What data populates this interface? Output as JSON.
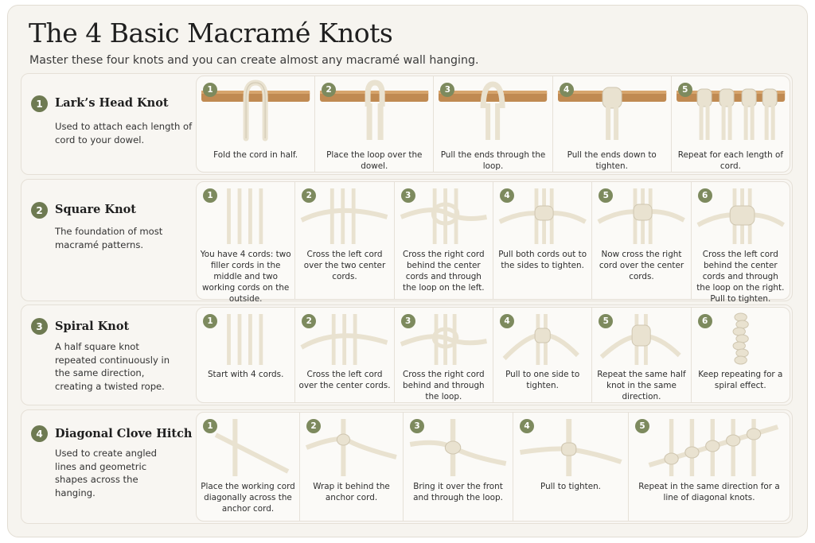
{
  "header": {
    "title": "The 4 Basic Macramé Knots",
    "subtitle": "Master these four knots and you can create almost any macramé wall hanging."
  },
  "colors": {
    "accent_green": "#6e7a52",
    "cord": "#ece6d6",
    "dowel": "#c08a52",
    "background": "#f6f4ef"
  },
  "knots": [
    {
      "number": "1",
      "name": "Lark’s Head Knot",
      "description": "Used to attach each length of cord to your dowel.",
      "steps": [
        {
          "number": "1",
          "caption": "Fold the cord in half."
        },
        {
          "number": "2",
          "caption": "Place the loop over the dowel."
        },
        {
          "number": "3",
          "caption": "Pull the ends through the loop."
        },
        {
          "number": "4",
          "caption": "Pull the ends down to tighten."
        },
        {
          "number": "5",
          "caption": "Repeat for each length of cord."
        }
      ]
    },
    {
      "number": "2",
      "name": "Square Knot",
      "description": "The foundation of most macramé patterns.",
      "steps": [
        {
          "number": "1",
          "caption": "You have 4 cords: two filler cords in the middle and two working cords on the outside."
        },
        {
          "number": "2",
          "caption": "Cross the left cord over the two center cords."
        },
        {
          "number": "3",
          "caption": "Cross the right cord behind the center cords and through the loop on the left."
        },
        {
          "number": "4",
          "caption": "Pull both cords out to the sides to tighten."
        },
        {
          "number": "5",
          "caption": "Now cross the right cord over the center cords."
        },
        {
          "number": "6",
          "caption": "Cross the left cord behind the center cords and through the loop on the right. Pull to tighten."
        }
      ]
    },
    {
      "number": "3",
      "name": "Spiral Knot",
      "description": "A half square knot repeated continuously in the same direction, creating a twisted rope.",
      "steps": [
        {
          "number": "1",
          "caption": "Start with 4 cords."
        },
        {
          "number": "2",
          "caption": "Cross the left cord over the center cords."
        },
        {
          "number": "3",
          "caption": "Cross the right cord behind and through the loop."
        },
        {
          "number": "4",
          "caption": "Pull to one side to tighten."
        },
        {
          "number": "5",
          "caption": "Repeat the same half knot in the same direction."
        },
        {
          "number": "6",
          "caption": "Keep repeating for a spiral effect."
        }
      ]
    },
    {
      "number": "4",
      "name": "Diagonal Clove Hitch",
      "description": "Used to create angled lines and geometric shapes across the hanging.",
      "steps": [
        {
          "number": "1",
          "caption": "Place the working cord diagonally across the anchor cord."
        },
        {
          "number": "2",
          "caption": "Wrap it behind the anchor cord."
        },
        {
          "number": "3",
          "caption": "Bring it over the front and through the loop."
        },
        {
          "number": "4",
          "caption": "Pull to tighten."
        },
        {
          "number": "5",
          "caption": "Repeat in the same direction for a line of diagonal knots."
        }
      ]
    }
  ]
}
